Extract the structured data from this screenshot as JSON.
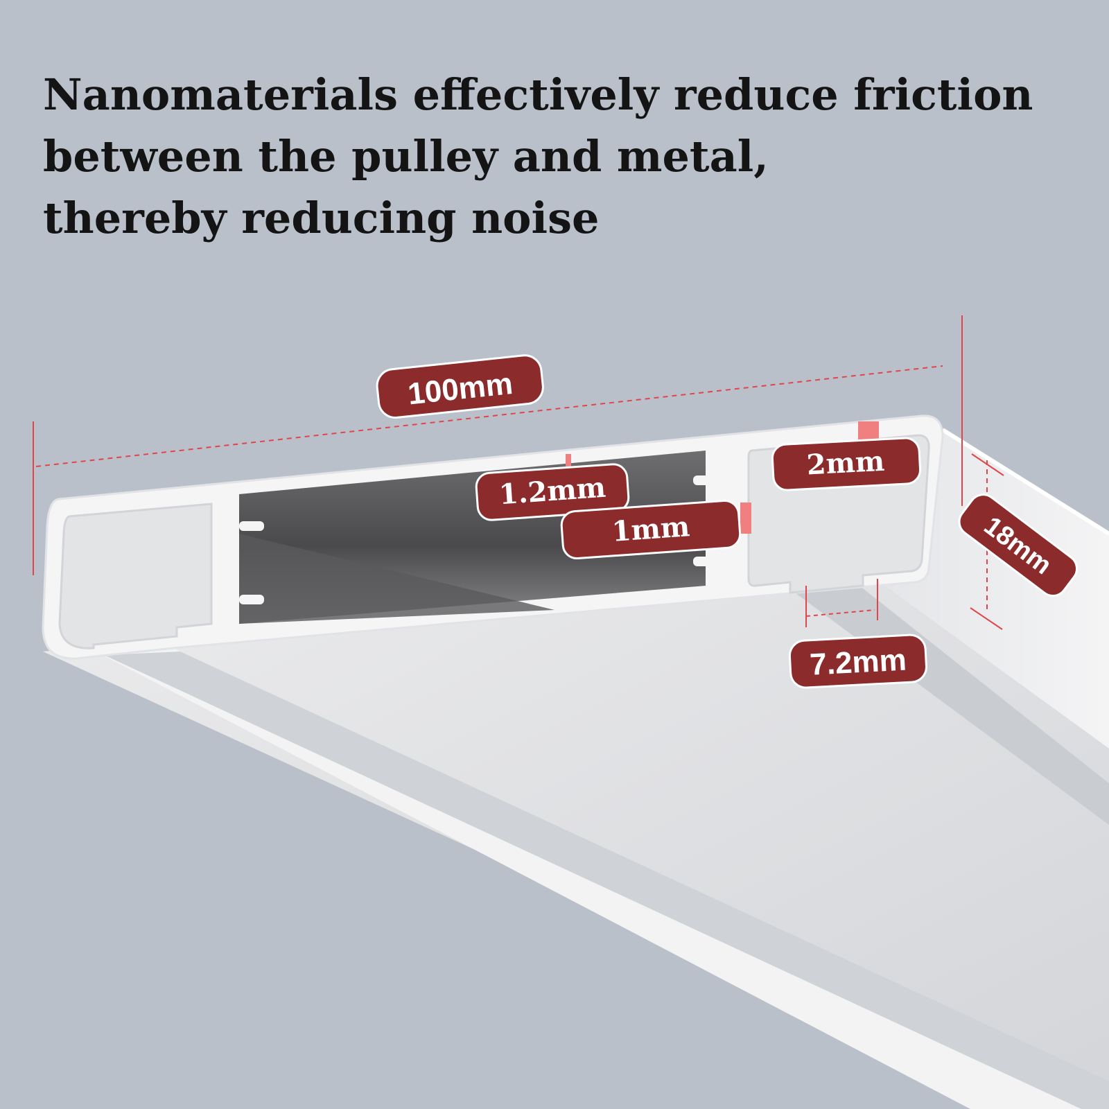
{
  "headline": {
    "line1": "Nanomaterials effectively reduce friction",
    "line2": "between the pulley and metal,",
    "line3": "thereby reducing noise"
  },
  "dimensions": {
    "overall_width": "100mm",
    "wall_top": "1.2mm",
    "wall_inner": "1mm",
    "wall_side": "2mm",
    "height": "18mm",
    "slot_gap": "7.2mm"
  },
  "colors": {
    "background": "#b9c0ca",
    "label_fill": "#8c2b2b",
    "dimension_line": "#e0454a",
    "profile_white": "#f2f2f2",
    "headline_text": "#141414"
  }
}
